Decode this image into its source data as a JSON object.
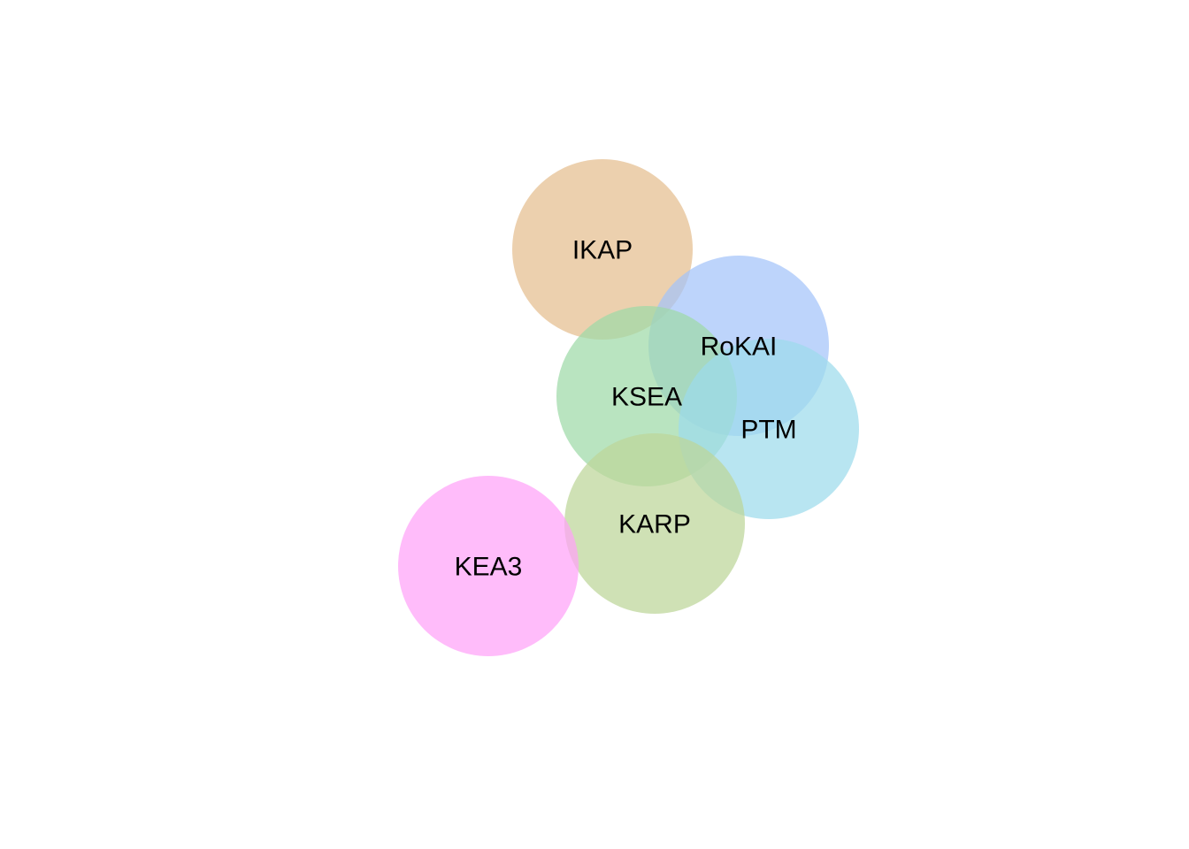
{
  "diagram": {
    "sets": [
      {
        "id": "ikap",
        "label": "IKAP",
        "color": "#E5BE8F"
      },
      {
        "id": "rokai",
        "label": "RoKAI",
        "color": "#A3C4FA"
      },
      {
        "id": "ksea",
        "label": "KSEA",
        "color": "#9ED9A8"
      },
      {
        "id": "ptm",
        "label": "PTM",
        "color": "#9DDBEB"
      },
      {
        "id": "karp",
        "label": "KARP",
        "color": "#BCD598"
      },
      {
        "id": "kea3",
        "label": "KEA3",
        "color": "#FFA2F8"
      }
    ],
    "circle_opacity": 0.72
  }
}
